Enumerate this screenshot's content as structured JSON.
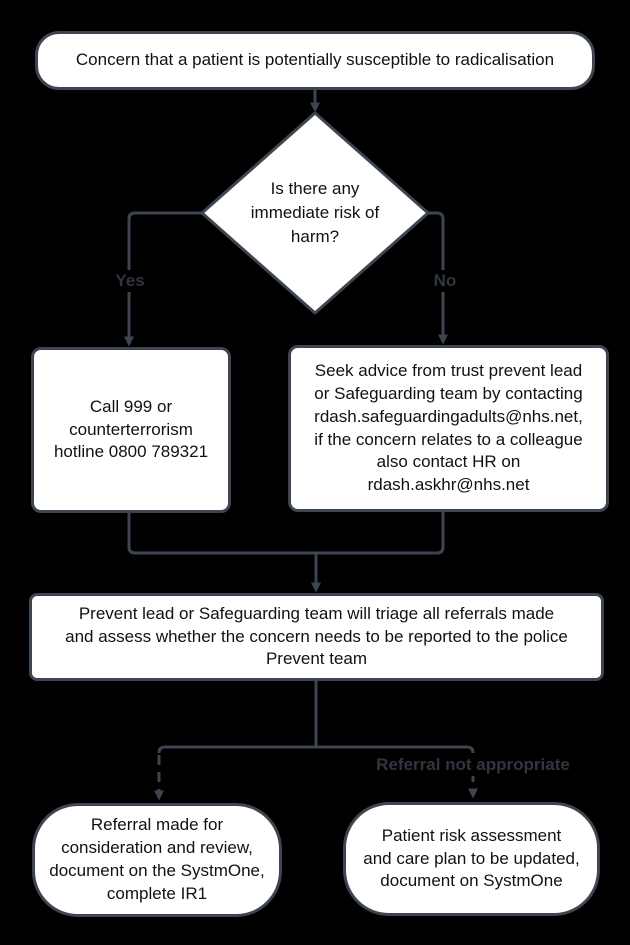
{
  "meta": {
    "description": "Prevent radicalisation concern referral flowchart",
    "colors": {
      "background": "#000000",
      "shape_fill": "#ffffff",
      "line": "#3d4551",
      "node_text": "#111111",
      "edge_label_text": "#30363f"
    }
  },
  "nodes": {
    "start": {
      "text": "Concern that a patient is potentially susceptible to radicalisation"
    },
    "decision": {
      "text": "Is there any\nimmediate risk of\nharm?"
    },
    "call999": {
      "text": "Call 999 or\ncounterterrorism\nhotline 0800 789321"
    },
    "seek_advice": {
      "text": "Seek advice from trust prevent lead\nor Safeguarding team by contacting\nrdash.safeguardingadults@nhs.net,\nif the concern relates to a colleague\nalso contact HR on\nrdash.askhr@nhs.net"
    },
    "triage": {
      "text": "Prevent lead or Safeguarding team will triage all referrals made\nand assess whether the concern needs to be reported to the police\nPrevent team"
    },
    "referral_made": {
      "text": "Referral made for\nconsideration and review,\ndocument on the SystmOne,\ncomplete IR1"
    },
    "risk_assessment": {
      "text": "Patient risk assessment\nand care plan to be updated,\ndocument on SystmOne"
    }
  },
  "edge_labels": {
    "yes": "Yes",
    "no": "No",
    "not_appropriate": "Referral not appropriate"
  }
}
